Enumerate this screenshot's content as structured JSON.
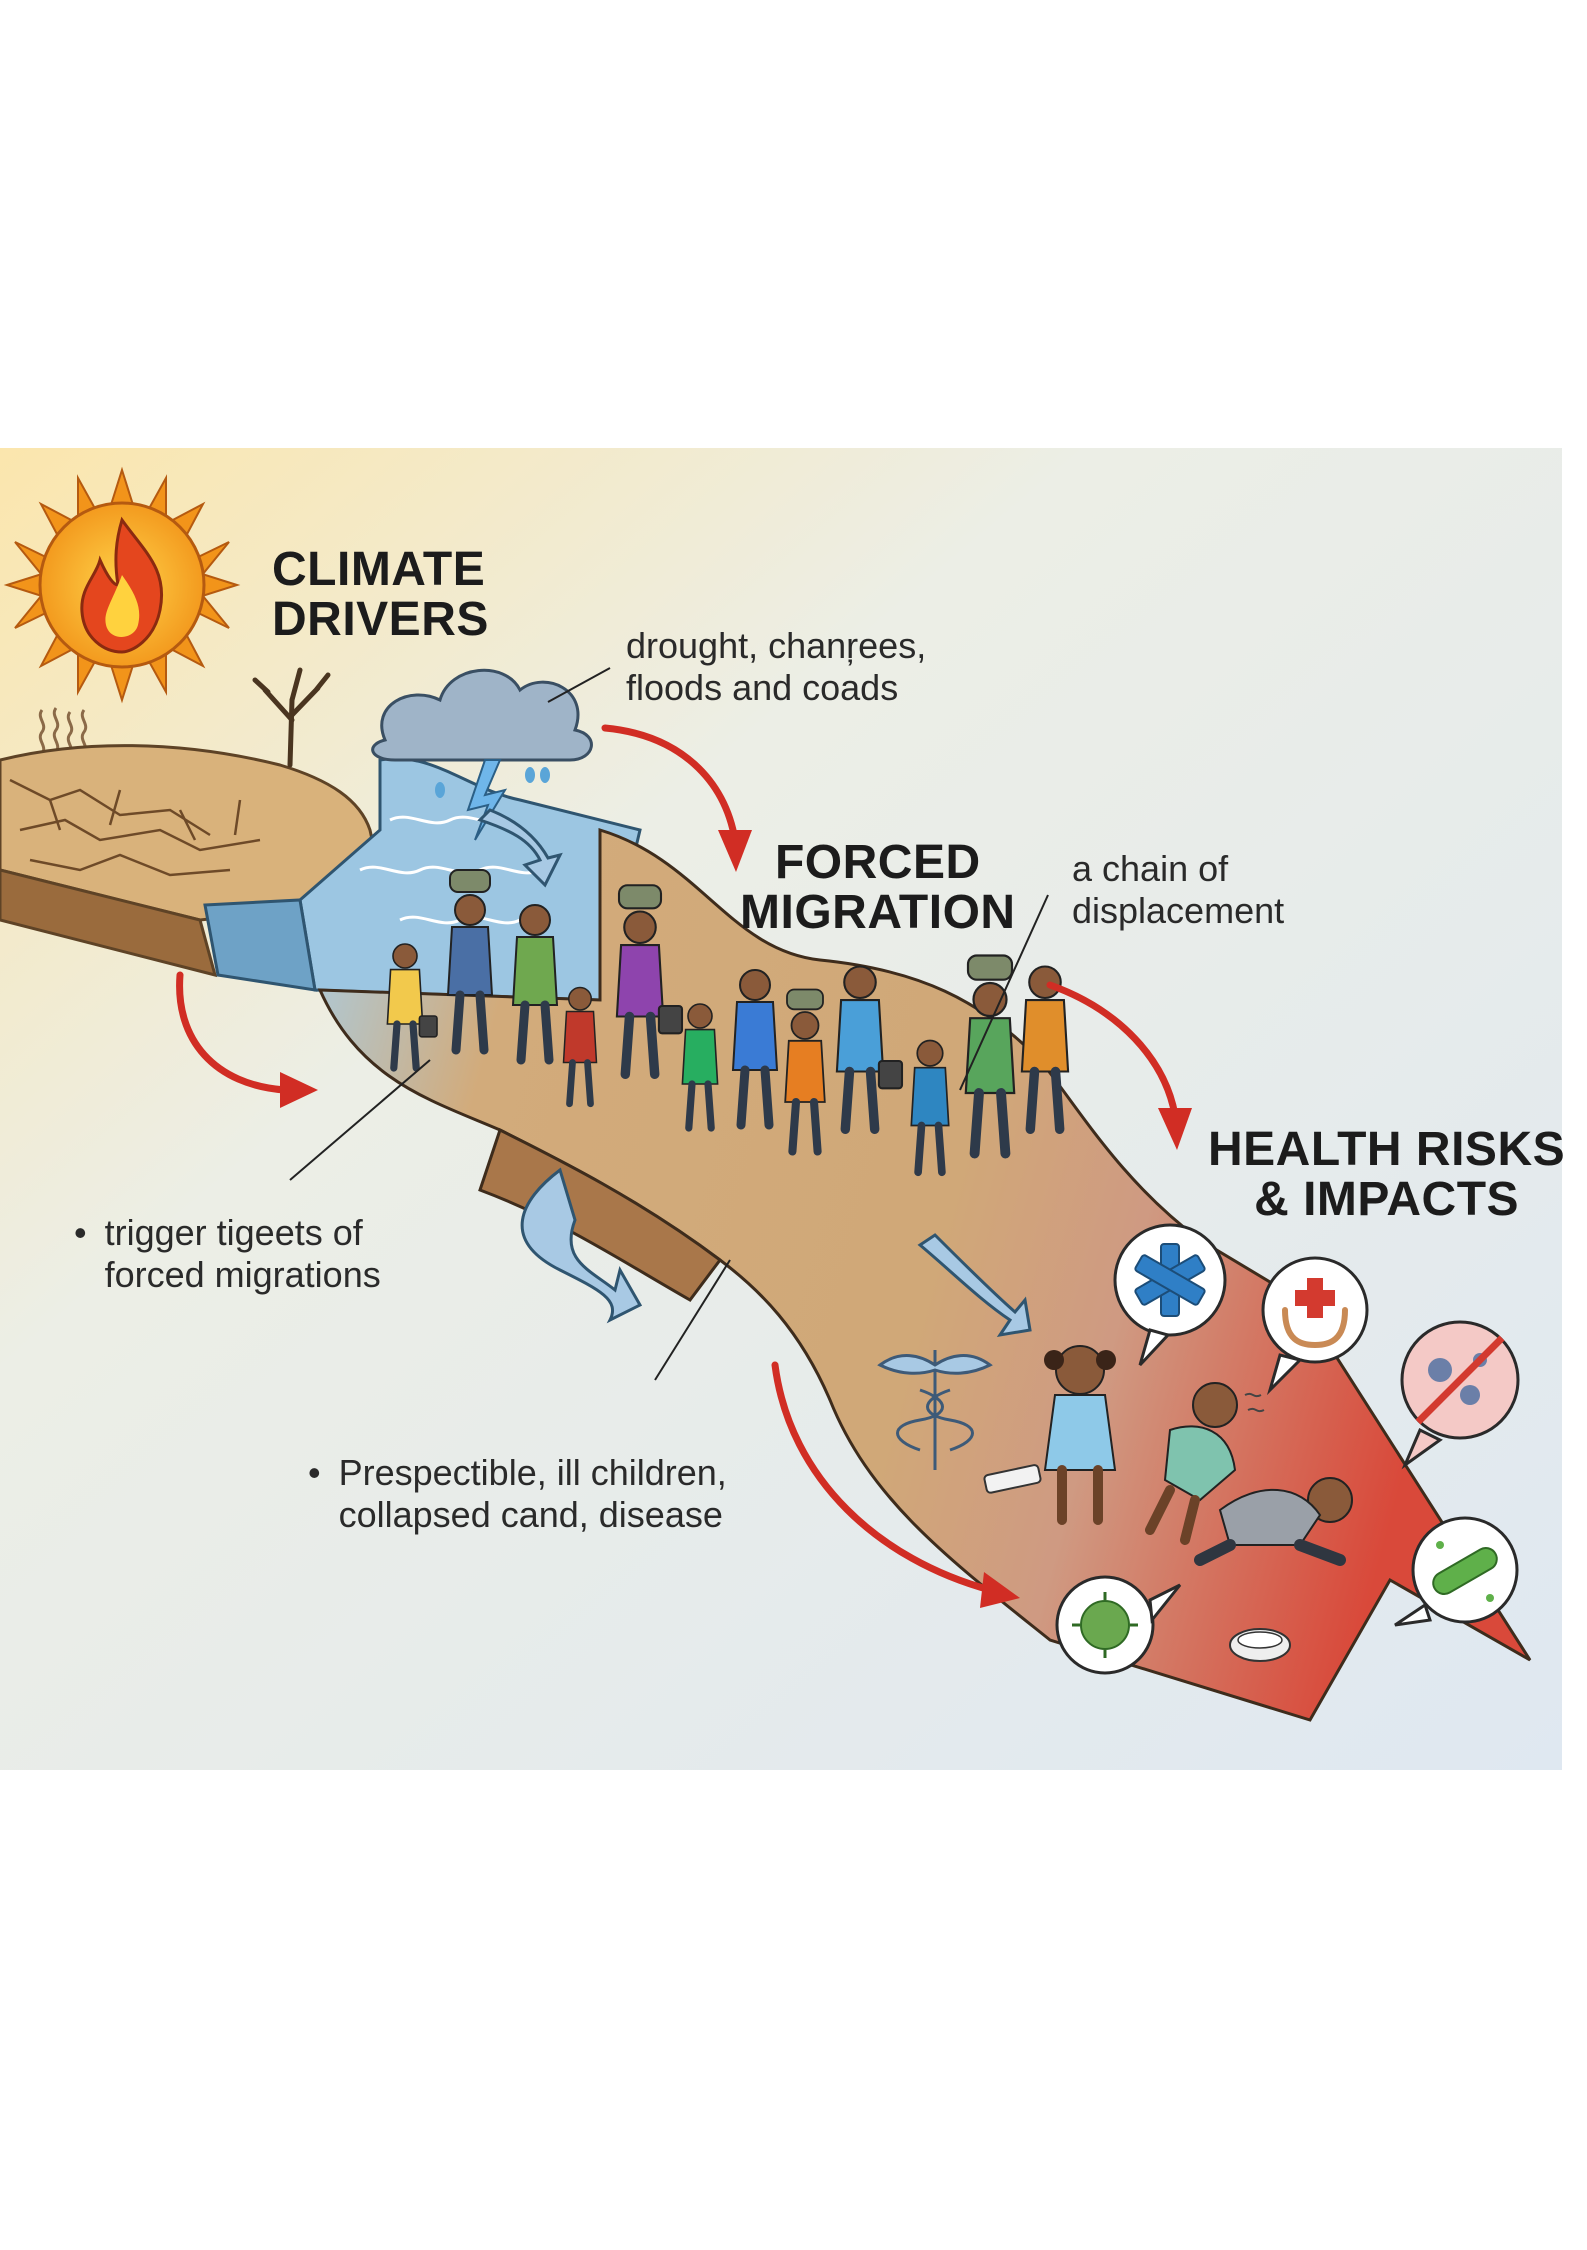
{
  "colors": {
    "sky_top": "#fbe9b8",
    "sky_bottom": "#e3eaf2",
    "dry_land": "#d8b07a",
    "water": "#9cc5e0",
    "path": "#cfa878",
    "danger": "#d94a3a",
    "arrow": "#d12d24",
    "sun": "#f29a1e"
  },
  "icons": [
    "sun-fire-icon",
    "dead-tree-icon",
    "storm-cloud-icon",
    "flow-arrow-icon",
    "medical-star-icon",
    "caring-hands-icon",
    "no-germs-icon",
    "bacteria-icon",
    "virus-icon",
    "caduceus-icon",
    "bowl-icon"
  ],
  "labels": {
    "climate_drivers": [
      "CLIMATE",
      "DRIVERS"
    ],
    "climate_note": [
      "drought, chanŗees,",
      "floods and coads"
    ],
    "forced_migration": [
      "FORCED",
      "MIGRATION"
    ],
    "chain_note": [
      "a chain of",
      "displacement"
    ],
    "health_risks": [
      "HEALTH RISKS",
      "& IMPACTS"
    ],
    "trigger_note": [
      "trigger tigeets of",
      "forced migrations"
    ],
    "children_note": [
      "Prespectible, ill children,",
      "collapsed cand, disease"
    ]
  },
  "bullet": "•"
}
